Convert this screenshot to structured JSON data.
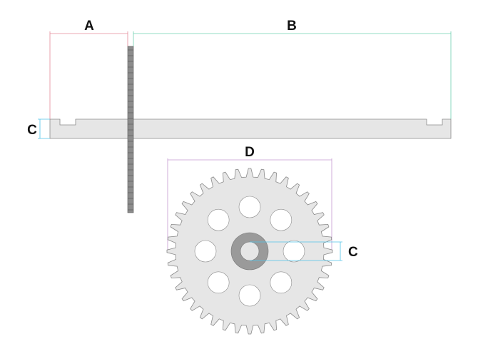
{
  "labels": {
    "a": "A",
    "b": "B",
    "c_left": "C",
    "d": "D",
    "c_right": "C"
  },
  "colors": {
    "dim_a": "#e58a9a",
    "dim_b": "#6fd0b0",
    "dim_c": "#4fc3e8",
    "dim_d": "#c49ad0",
    "part_fill": "#e6e6e6",
    "part_stroke": "#8a8a8a",
    "hub": "#9a9a9a",
    "rack": "#8c8c8c"
  },
  "gear": {
    "teeth": 40,
    "holes": 8
  }
}
